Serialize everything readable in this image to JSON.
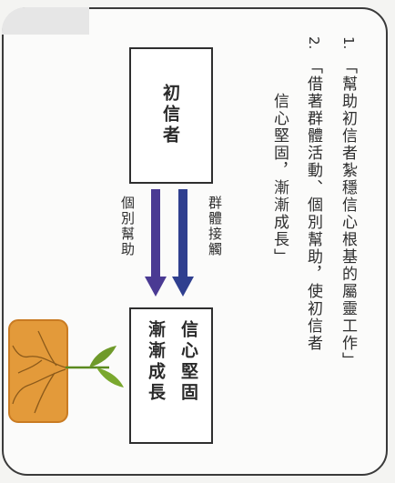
{
  "items": [
    {
      "number": "1.",
      "text": "「幫助初信者紮穩信心根基的屬靈工作」"
    },
    {
      "number": "2.",
      "text": "「借著群體活動、個別幫助，使初信者"
    },
    {
      "number": "",
      "text": "信心堅固，漸漸成長」"
    }
  ],
  "diagram": {
    "start_box": "初信者",
    "end_box_line1": "信心堅固",
    "end_box_line2": "漸漸成長",
    "arrows": [
      {
        "label": "群體接觸",
        "color": "#2f3f8f"
      },
      {
        "label": "個別幫助",
        "color": "#4a3a93"
      }
    ]
  },
  "colors": {
    "border": "#3a3a3a",
    "arrow_primary": "#2f3f8f",
    "arrow_secondary": "#4a3a93",
    "soil": "#e39a3a",
    "leaf": "#6f9a2a"
  }
}
